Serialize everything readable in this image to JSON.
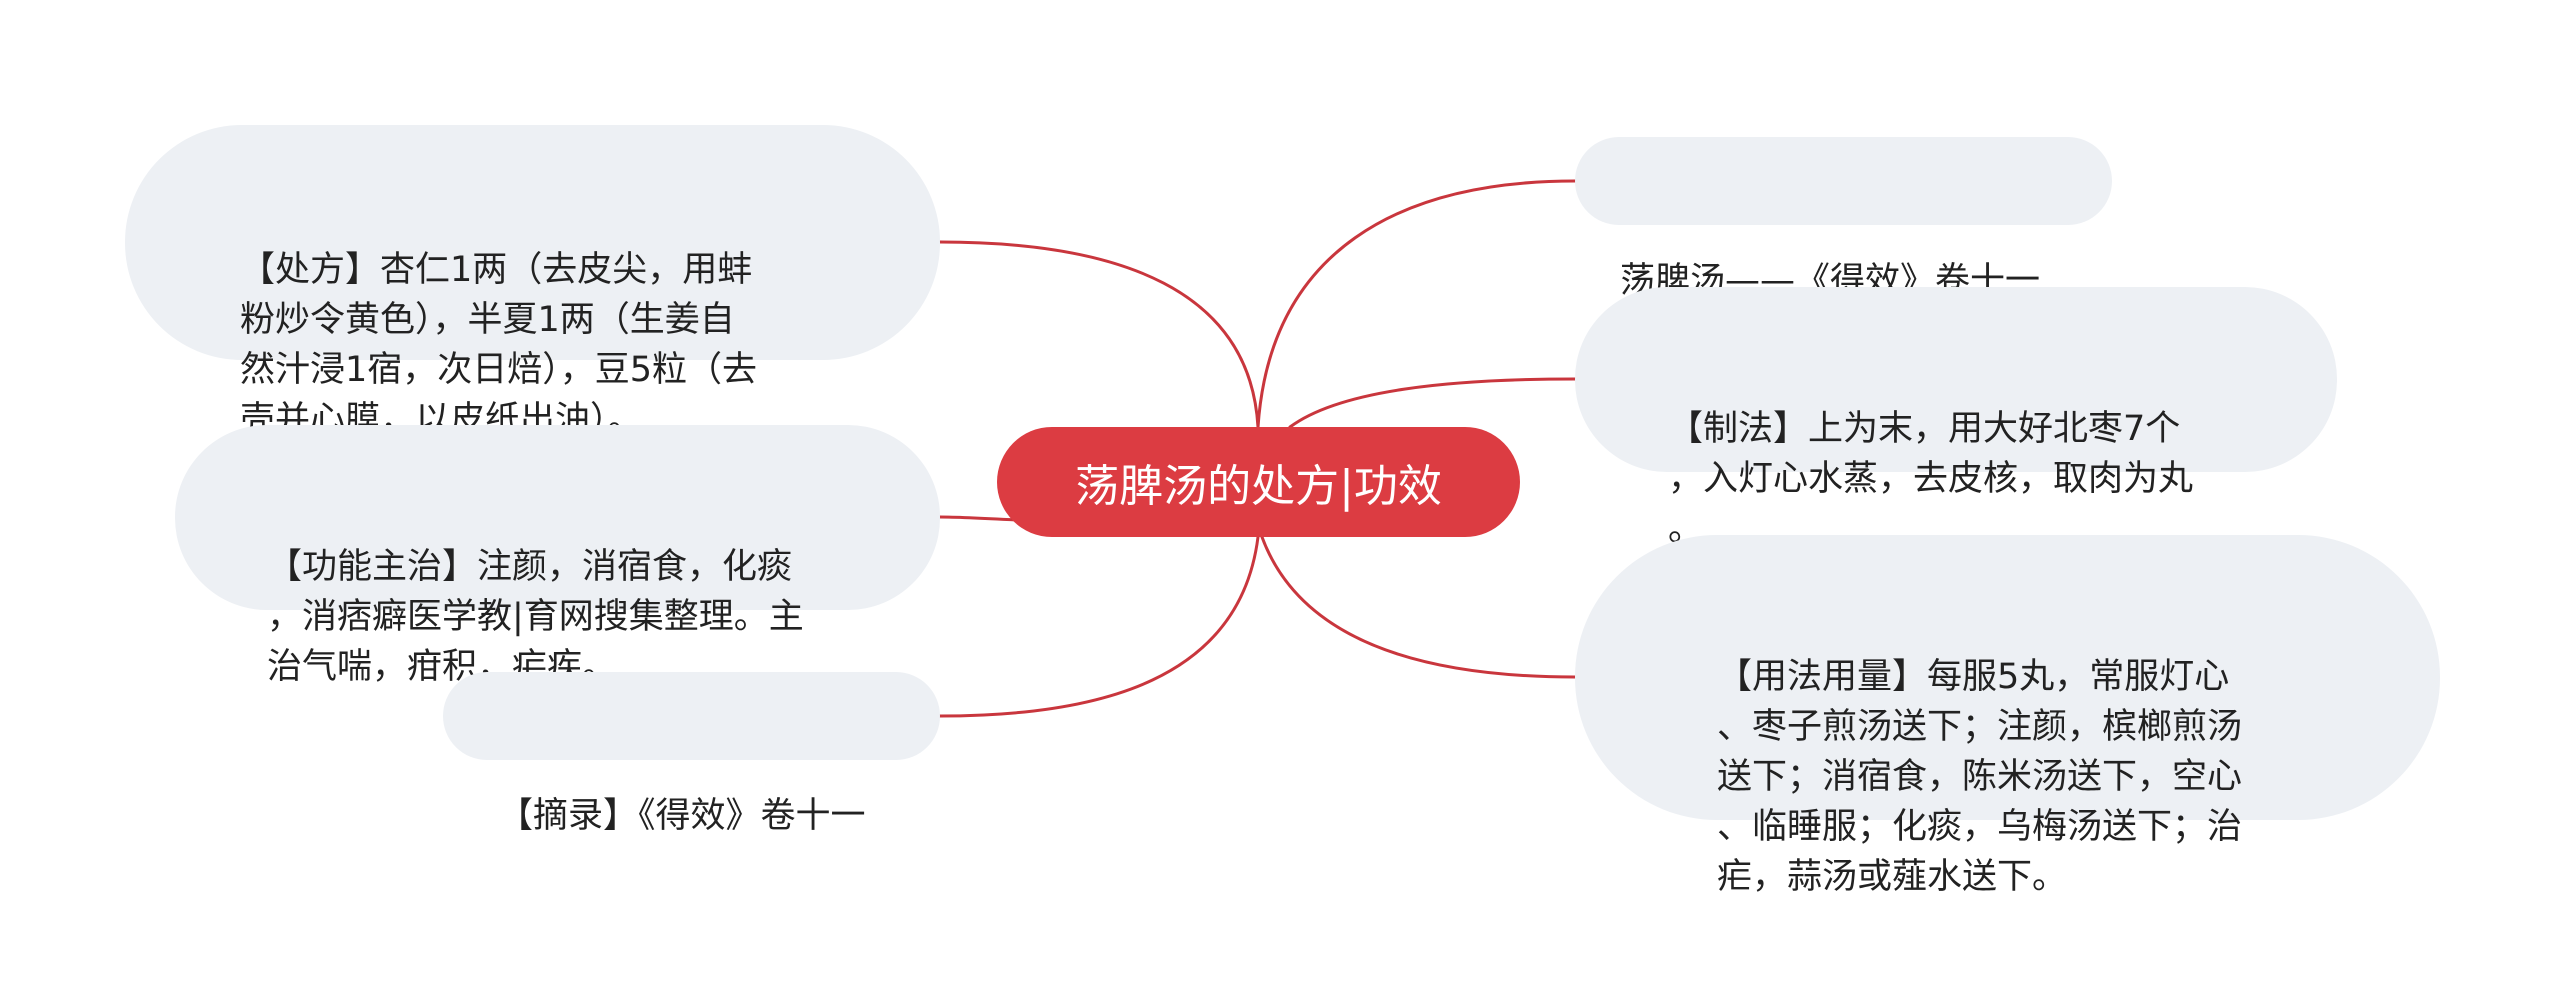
{
  "colors": {
    "center_fill": "#dc3c42",
    "center_text": "#ffffff",
    "branch_line": "#c9363d",
    "topic_fill": "#edf0f4",
    "topic_text": "#222222"
  },
  "center": {
    "label": "荡脾汤的处方|功效"
  },
  "topics": {
    "prescription": {
      "text": "【处方】杏仁1两（去皮尖，用蚌\n粉炒令黄色），半夏1两（生姜自\n然汁浸1宿，次日焙），豆5粒（去\n壳并心膜，以皮纸出油）。"
    },
    "function": {
      "text": "【功能主治】注颜，消宿食，化痰\n，消痞癖医学教|育网搜集整理。主\n治气喘，疳积，疟疾。"
    },
    "excerpt": {
      "text": "【摘录】《得效》卷十一"
    },
    "source": {
      "text": "荡脾汤——《得效》卷十一"
    },
    "method": {
      "text": "【制法】上为末，用大好北枣7个\n，入灯心水蒸，去皮核，取肉为丸\n。"
    },
    "usage": {
      "text": "【用法用量】每服5丸，常服灯心\n、枣子煎汤送下；注颜，槟榔煎汤\n送下；消宿食，陈米汤送下，空心\n、临睡服；化痰，乌梅汤送下；治\n疟，蒜汤或薤水送下。"
    }
  }
}
